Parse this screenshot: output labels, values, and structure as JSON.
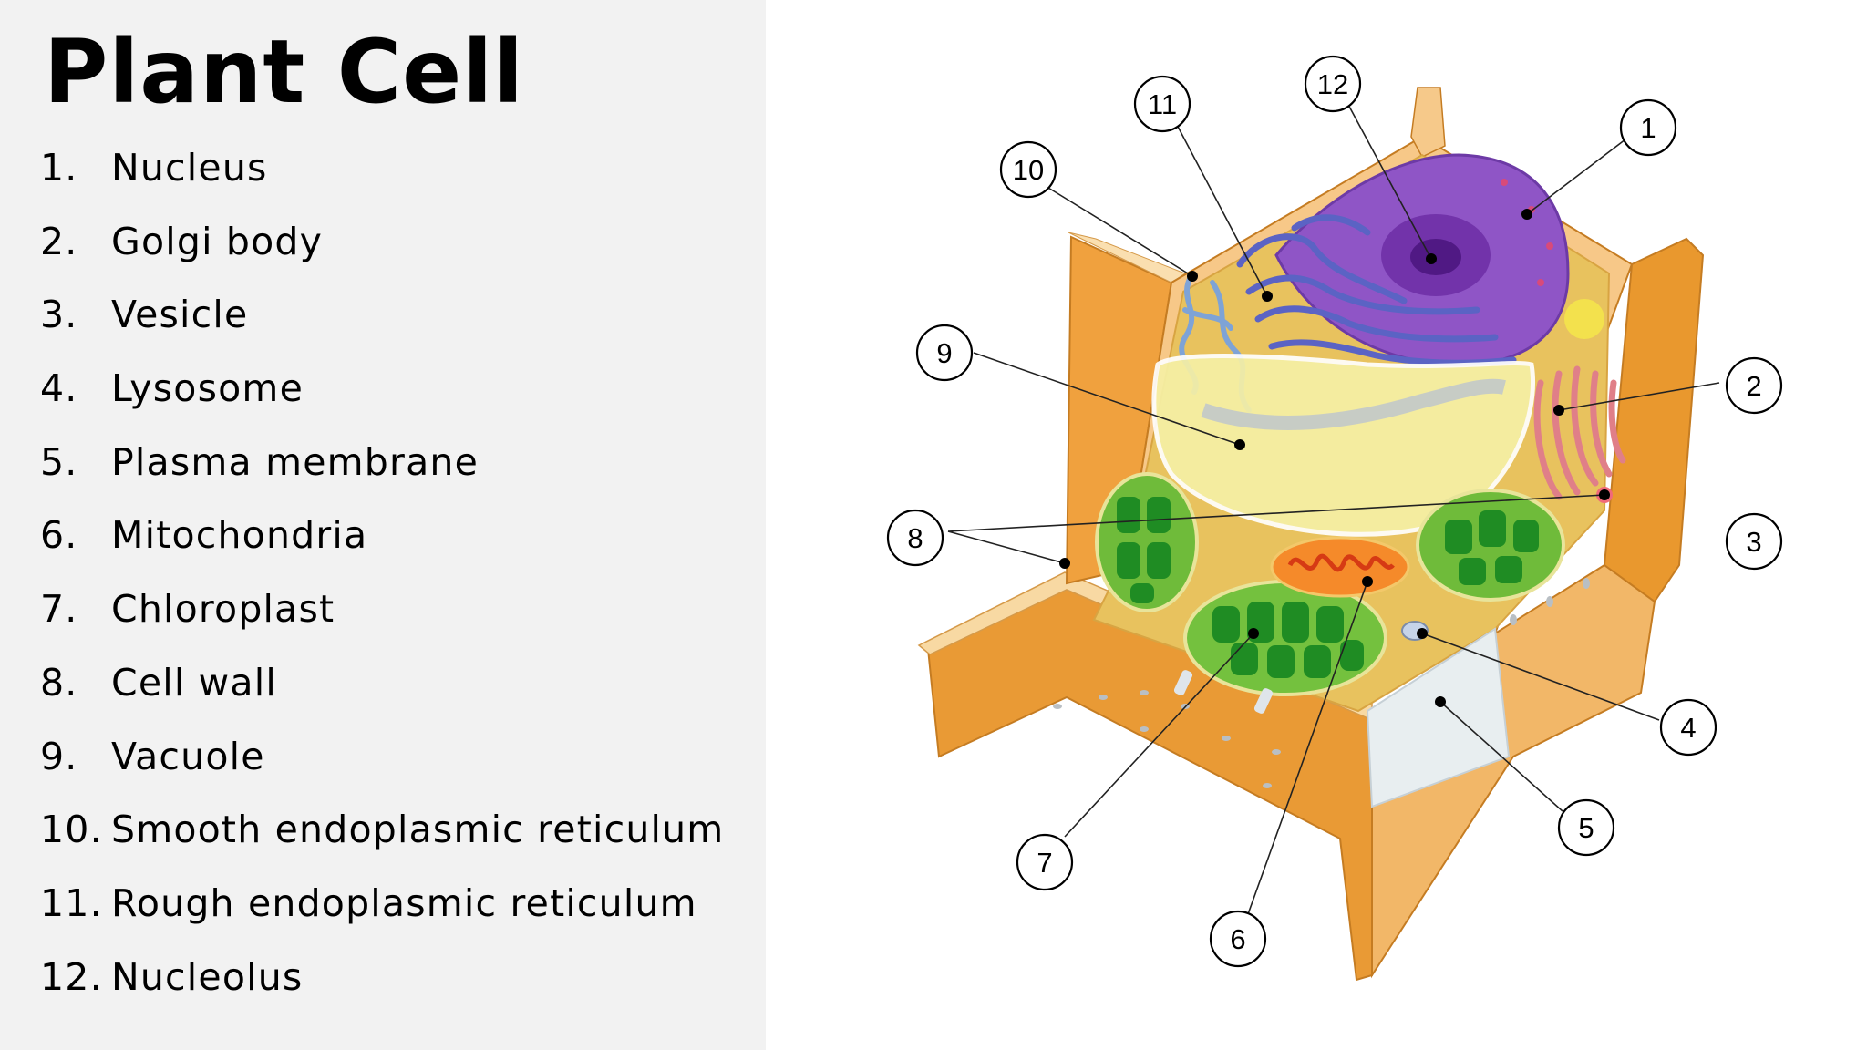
{
  "title": "Plant Cell",
  "legend": [
    {
      "num": "1.",
      "label": "Nucleus"
    },
    {
      "num": "2.",
      "label": "Golgi body"
    },
    {
      "num": "3.",
      "label": "Vesicle"
    },
    {
      "num": "4.",
      "label": "Lysosome"
    },
    {
      "num": "5.",
      "label": "Plasma membrane"
    },
    {
      "num": "6.",
      "label": "Mitochondria"
    },
    {
      "num": "7.",
      "label": "Chloroplast"
    },
    {
      "num": "8.",
      "label": "Cell wall"
    },
    {
      "num": "9.",
      "label": "Vacuole"
    },
    {
      "num": "10.",
      "label": "Smooth endoplasmic reticulum"
    },
    {
      "num": "11.",
      "label": "Rough endoplasmic reticulum"
    },
    {
      "num": "12.",
      "label": "Nucleolus"
    }
  ],
  "callouts": [
    "1",
    "2",
    "3",
    "4",
    "5",
    "6",
    "7",
    "8",
    "9",
    "10",
    "11",
    "12"
  ],
  "colors": {
    "panel_bg": "#f2f2f2",
    "cell_wall": "#eea63f",
    "nucleus": "#9b59c7",
    "rough_er": "#5f67c8",
    "smooth_er": "#7ea3d6",
    "vacuole": "#f4ef9e",
    "chloroplast": "#3fa62e",
    "mitochondria": "#f06a25",
    "golgi": "#e88a8a"
  }
}
